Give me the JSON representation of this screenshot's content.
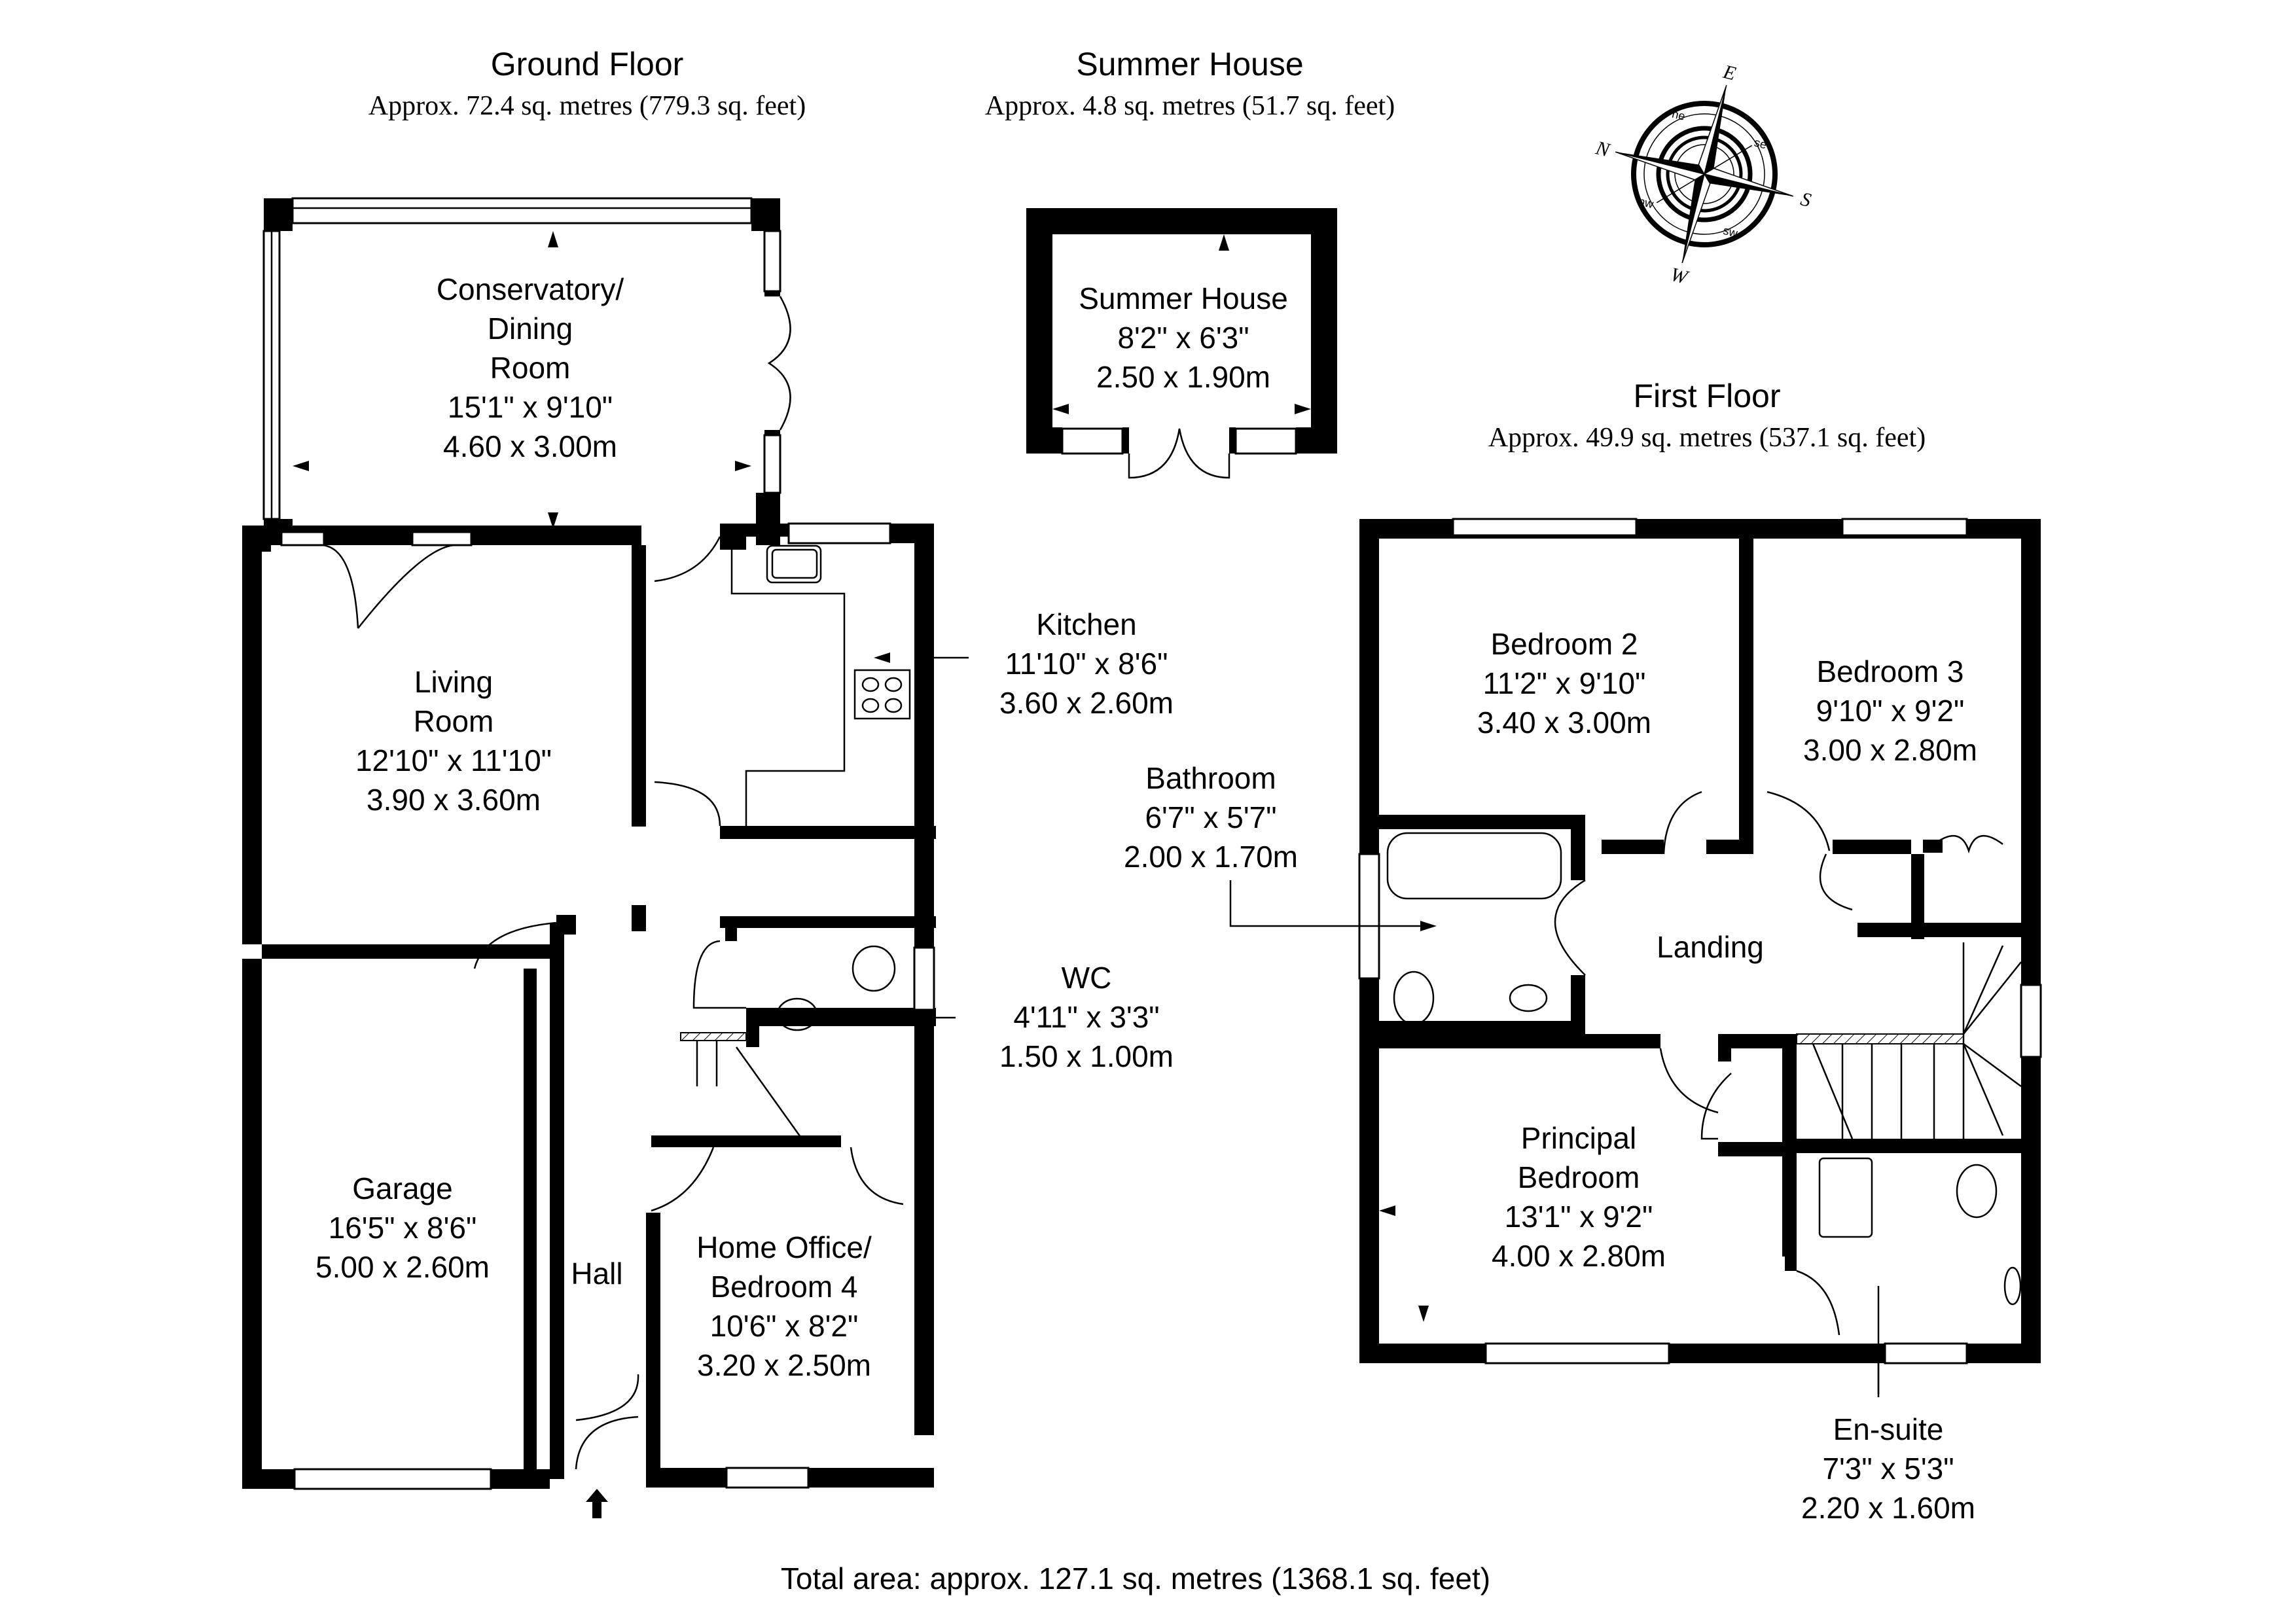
{
  "floors": {
    "ground": {
      "title": "Ground Floor",
      "area": "Approx. 72.4 sq. metres (779.3 sq. feet)"
    },
    "summer_house": {
      "title": "Summer House",
      "area": "Approx. 4.8 sq. metres (51.7 sq. feet)"
    },
    "first": {
      "title": "First Floor",
      "area": "Approx. 49.9 sq. metres (537.1 sq. feet)"
    }
  },
  "rooms": {
    "conservatory": {
      "lines": [
        "Conservatory/",
        "Dining",
        "Room"
      ],
      "imperial": "15'1\" x 9'10\"",
      "metric": "4.60 x 3.00m"
    },
    "living": {
      "lines": [
        "Living",
        "Room"
      ],
      "imperial": "12'10\" x 11'10\"",
      "metric": "3.90 x 3.60m"
    },
    "kitchen": {
      "lines": [
        "Kitchen"
      ],
      "imperial": "11'10\" x 8'6\"",
      "metric": "3.60 x 2.60m"
    },
    "wc": {
      "lines": [
        "WC"
      ],
      "imperial": "4'11\" x 3'3\"",
      "metric": "1.50 x 1.00m"
    },
    "garage": {
      "lines": [
        "Garage"
      ],
      "imperial": "16'5\" x 8'6\"",
      "metric": "5.00 x 2.60m"
    },
    "hall": {
      "lines": [
        "Hall"
      ]
    },
    "office": {
      "lines": [
        "Home Office/",
        "Bedroom 4"
      ],
      "imperial": "10'6\" x 8'2\"",
      "metric": "3.20 x 2.50m"
    },
    "summer_house": {
      "lines": [
        "Summer House"
      ],
      "imperial": "8'2\" x 6'3\"",
      "metric": "2.50 x 1.90m"
    },
    "bedroom2": {
      "lines": [
        "Bedroom 2"
      ],
      "imperial": "11'2\" x 9'10\"",
      "metric": "3.40 x 3.00m"
    },
    "bedroom3": {
      "lines": [
        "Bedroom 3"
      ],
      "imperial": "9'10\" x 9'2\"",
      "metric": "3.00 x 2.80m"
    },
    "bathroom": {
      "lines": [
        "Bathroom"
      ],
      "imperial": "6'7\" x 5'7\"",
      "metric": "2.00 x 1.70m"
    },
    "landing": {
      "lines": [
        "Landing"
      ]
    },
    "principal": {
      "lines": [
        "Principal",
        "Bedroom"
      ],
      "imperial": "13'1\" x 9'2\"",
      "metric": "4.00 x 2.80m"
    },
    "ensuite": {
      "lines": [
        "En-suite"
      ],
      "imperial": "7'3\" x 5'3\"",
      "metric": "2.20 x 1.60m"
    }
  },
  "compass": {
    "major": [
      "N",
      "E",
      "S",
      "W"
    ],
    "minor": [
      "ne",
      "se",
      "sw",
      "nw"
    ]
  },
  "total_area": "Total area: approx. 127.1 sq. metres (1368.1 sq. feet)",
  "icons": {
    "entrance": "arrow-up-icon",
    "compass": "compass-rose-icon"
  }
}
